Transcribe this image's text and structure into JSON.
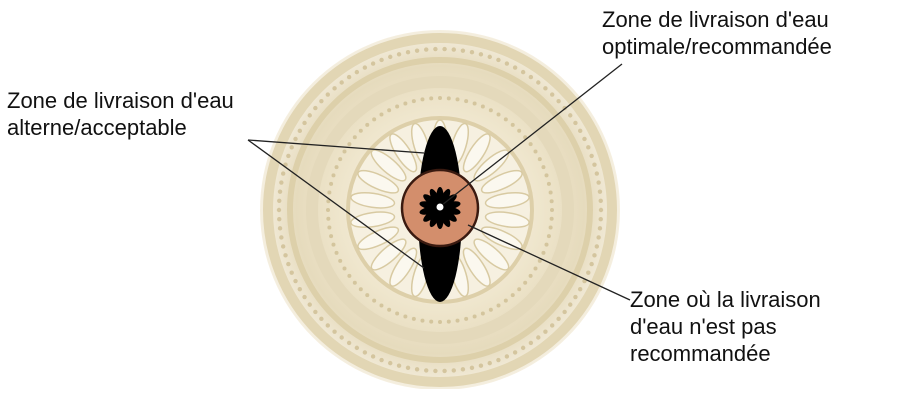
{
  "diagram": {
    "callouts": {
      "optimal": {
        "line1": "Zone de livraison d'eau",
        "line2": "optimale/recommandée"
      },
      "alternate": {
        "line1": "Zone de livraison d'eau",
        "line2": "alterne/acceptable"
      },
      "not_recommended": {
        "line1": "Zone où la livraison",
        "line2": "d'eau n'est pas",
        "line3": "recommandée"
      }
    }
  },
  "colors": {
    "rosette_outer": "#e6dcc0",
    "rosette_mid": "#d9cca6",
    "rosette_beads": "#c9b88a",
    "rosette_petals": "#f3ecd9",
    "alternate_zone": "#000000",
    "optimal_zone_fill": "#d38e6c",
    "optimal_zone_stroke": "#3a1a10",
    "core": "#000000",
    "leader_line": "#222222"
  }
}
